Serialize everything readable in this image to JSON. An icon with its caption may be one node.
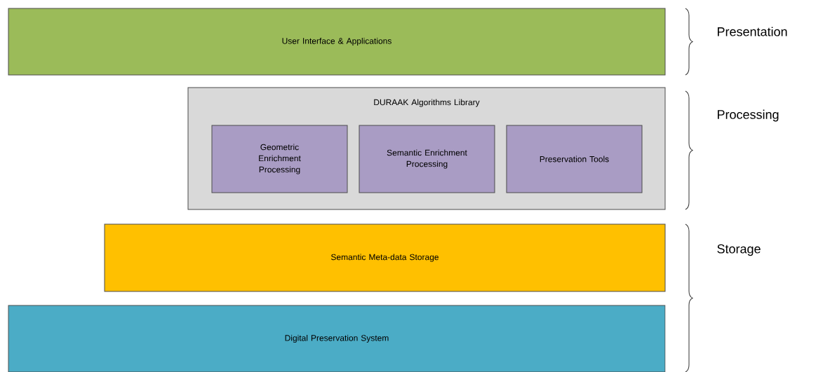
{
  "diagram": {
    "nodes": [
      {
        "text": [
          "User Interface & Applications"
        ]
      },
      {
        "text": [
          "DURAAK Algorithms Library"
        ]
      },
      {
        "text": [
          "Geometric Enrichment Processing"
        ],
        "in": 1
      },
      {
        "text": [
          "Semantic Enrichment Processing"
        ],
        "in": 1
      },
      {
        "text": [
          "Preservation Tools"
        ],
        "in": 1
      },
      {
        "text": [
          "Semantic Meta-data Storage"
        ]
      },
      {
        "text": [
          "Digital Preservation System"
        ]
      }
    ],
    "labels": [
      "Presentation",
      "Processing",
      "Storage"
    ]
  }
}
